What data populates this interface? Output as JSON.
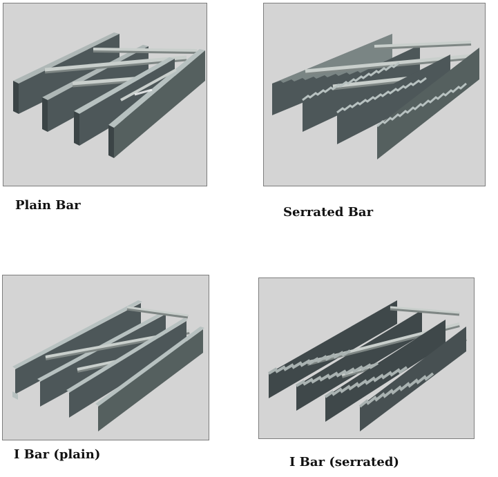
{
  "figure": {
    "items": [
      {
        "id": "plain-bar",
        "caption": "Plain Bar",
        "profile": "plain"
      },
      {
        "id": "serrated-bar",
        "caption": "Serrated Bar",
        "profile": "serrated"
      },
      {
        "id": "i-bar-plain",
        "caption": "I Bar (plain)",
        "profile": "i-plain"
      },
      {
        "id": "i-bar-serrated",
        "caption": "I Bar (serrated)",
        "profile": "i-serrated"
      }
    ]
  },
  "colors": {
    "panel_background": "#d4d4d4",
    "panel_border": "#7c7c7c",
    "bar_face": "#4d5759",
    "bar_face_dark": "#3a4345",
    "bar_top": "#b7c1c0",
    "cross_rod": "#c9cfcc",
    "cross_rod_shadow": "#7e8684",
    "caption_text": "#111111"
  }
}
